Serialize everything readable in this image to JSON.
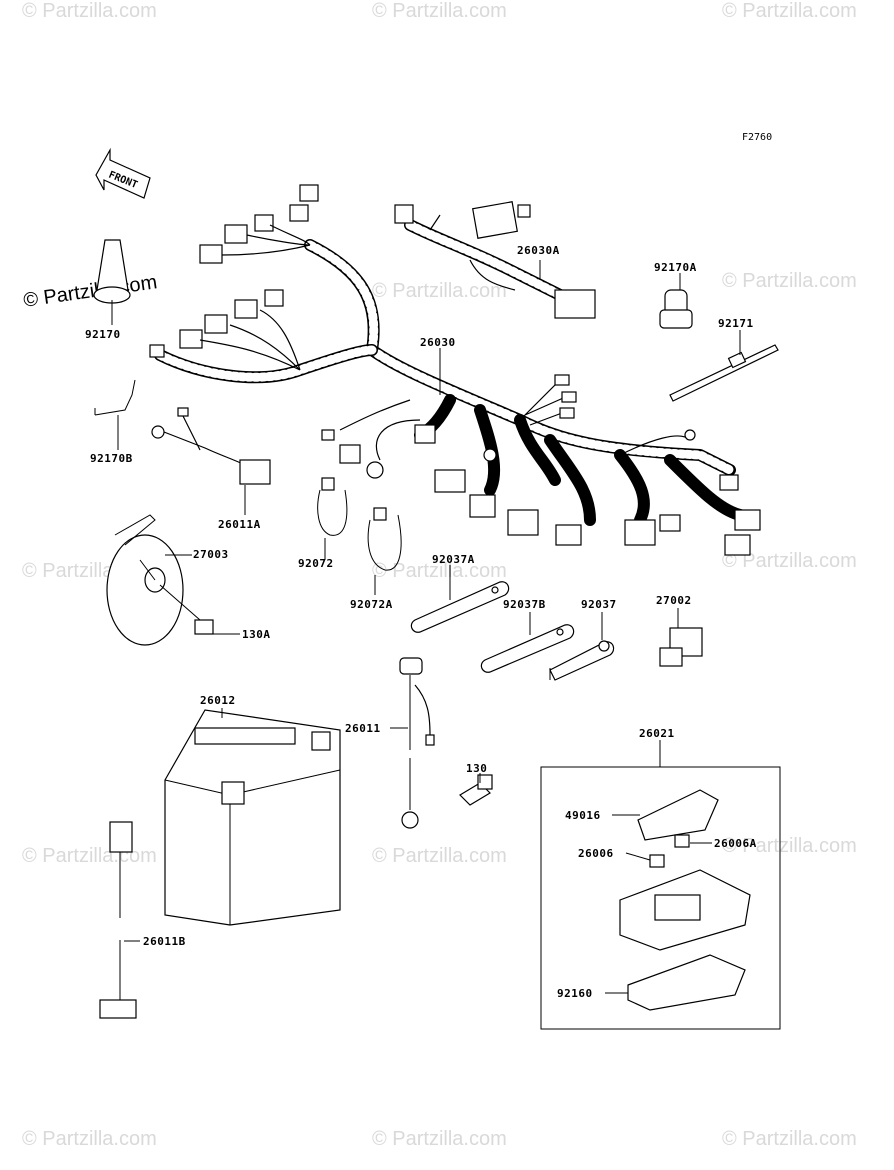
{
  "figure_code": "F2760",
  "front_label": "FRONT",
  "watermark_main": "© Partzilla.com",
  "watermark_faint": "© Partzilla.com",
  "labels": {
    "p26030A": "26030A",
    "p92170A": "92170A",
    "p92171": "92171",
    "p92170": "92170",
    "p26030": "26030",
    "p92170B": "92170B",
    "p26011A": "26011A",
    "p27003": "27003",
    "p92072": "92072",
    "p92037A": "92037A",
    "p92072A": "92072A",
    "p130A": "130A",
    "p92037B": "92037B",
    "p92037": "92037",
    "p27002": "27002",
    "p26012": "26012",
    "p26011": "26011",
    "p130": "130",
    "p26021": "26021",
    "p49016": "49016",
    "p26006A": "26006A",
    "p26006": "26006",
    "p26011B": "26011B",
    "p92160": "92160"
  }
}
